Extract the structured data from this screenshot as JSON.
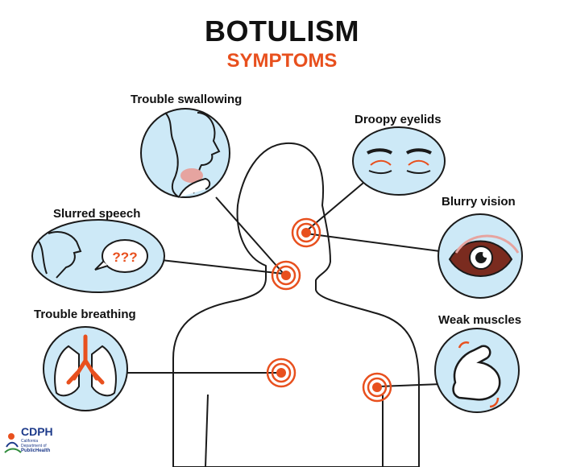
{
  "header": {
    "title": "BOTULISM",
    "subtitle": "SYMPTOMS"
  },
  "colors": {
    "accent": "#e8501e",
    "bubble": "#cde9f7",
    "outline": "#1a1a1a"
  },
  "symptoms": [
    {
      "label": "Trouble swallowing",
      "icon": "throat-icon"
    },
    {
      "label": "Droopy eyelids",
      "icon": "eyelids-icon"
    },
    {
      "label": "Blurry vision",
      "icon": "eye-icon"
    },
    {
      "label": "Slurred speech",
      "icon": "speech-icon"
    },
    {
      "label": "Trouble breathing",
      "icon": "lungs-icon"
    },
    {
      "label": "Weak muscles",
      "icon": "arm-icon"
    }
  ],
  "speech_bubble_text": "???",
  "logo": {
    "name": "CDPH",
    "line1": "California Department of",
    "line2": "PublicHealth"
  }
}
